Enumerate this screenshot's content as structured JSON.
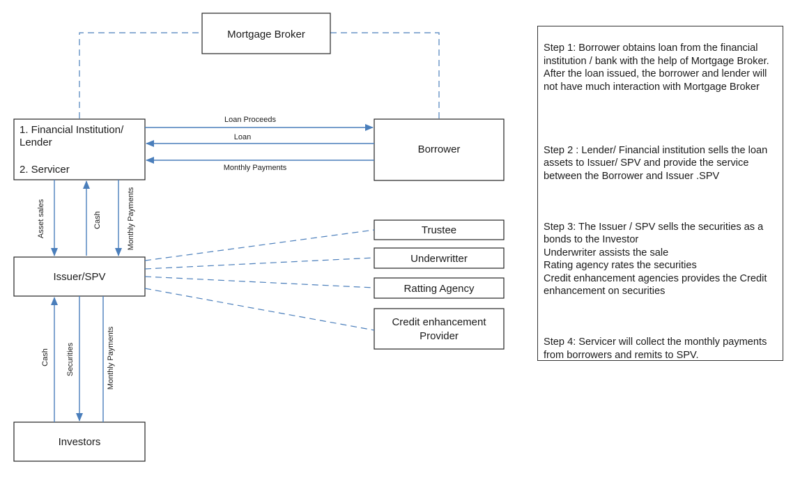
{
  "boxes": {
    "mortgage_broker": "Mortgage Broker",
    "lender_line1": "1. Financial Institution/",
    "lender_line2": "Lender",
    "lender_line3": "2. Servicer",
    "borrower": "Borrower",
    "issuer": "Issuer/SPV",
    "investors": "Investors",
    "trustee": "Trustee",
    "underwriter": "Underwritter",
    "rating_agency": "Ratting Agency",
    "credit_line1": "Credit enhancement",
    "credit_line2": "Provider"
  },
  "flows": {
    "loan_proceeds": "Loan Proceeds",
    "loan": "Loan",
    "monthly_payments_borrower": "Monthly Payments",
    "asset_sales": "Asset sales",
    "cash_to_lender": "Cash",
    "monthly_payments_issuer": "Monthly Payments",
    "cash_from_investors": "Cash",
    "securities": "Securities",
    "monthly_payments_investors": "Monthly Payments"
  },
  "steps": [
    "Step 1: Borrower obtains loan from the financial institution / bank  with the help of Mortgage Broker.\nAfter the loan issued, the borrower and lender will not have much interaction with Mortgage Broker",
    "Step 2 : Lender/ Financial institution sells the loan assets to Issuer/ SPV and provide the service between the Borrower and Issuer .SPV",
    "Step 3: The Issuer / SPV sells the securities as a bonds to the Investor\nUnderwriter assists the sale\nRating agency rates the securities\nCredit enhancement agencies provides the Credit enhancement on securities",
    "Step 4: Servicer will collect the monthly payments from borrowers and remits to SPV."
  ],
  "colors": {
    "arrow": "#4a7ebb",
    "box_border": "#222222"
  }
}
